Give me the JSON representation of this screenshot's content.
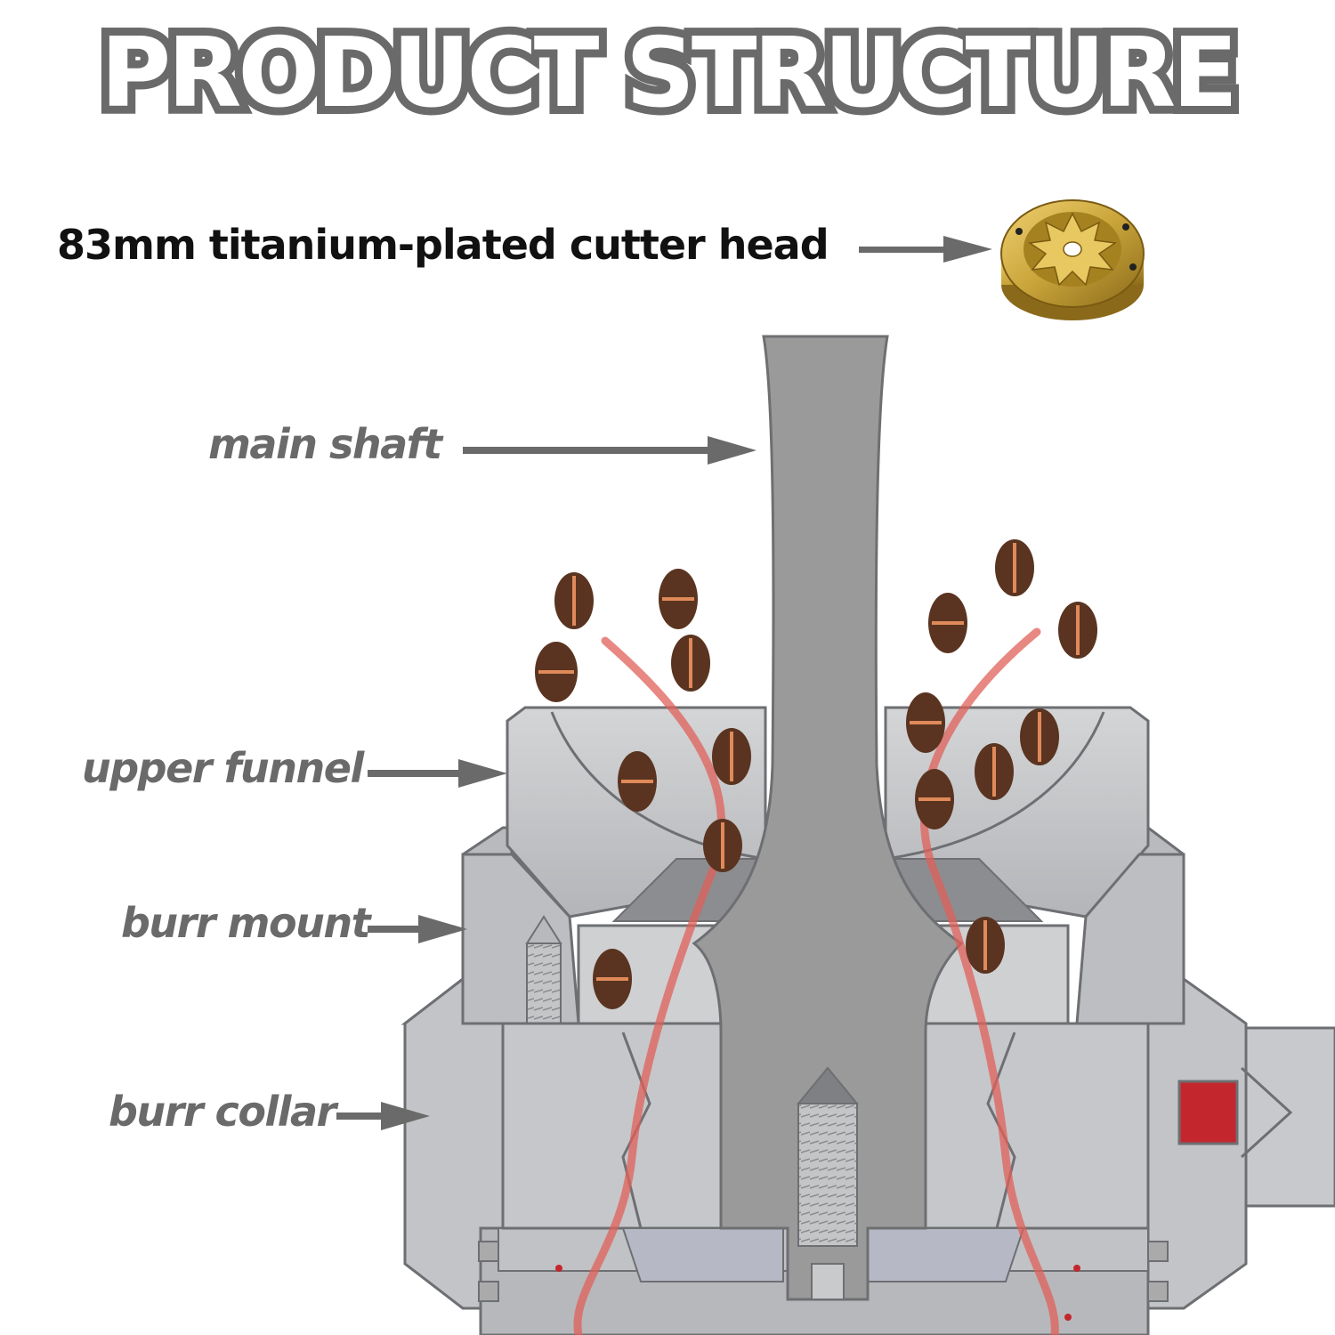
{
  "title": "PRODUCT STRUCTURE",
  "headline": "83mm titanium-plated cutter head",
  "labels": {
    "main_shaft": "main shaft",
    "upper_funnel": "upper funnel",
    "burr_mount": "burr mount",
    "burr_collar": "burr collar"
  },
  "colors": {
    "label_gray": "#6a6a6a",
    "metal_light": "#c9cacc",
    "metal_mid": "#a7a8aa",
    "metal_dark": "#8a8b8e",
    "shaft": "#9a9a9a",
    "bean": "#5a3420",
    "bean_seam": "#e08a5a",
    "flow": "#e0605a",
    "burr_gold": "#c9a43a"
  },
  "icons": {
    "cutter_head": "gold-burr-icon",
    "arrow": "right-arrow-icon"
  }
}
